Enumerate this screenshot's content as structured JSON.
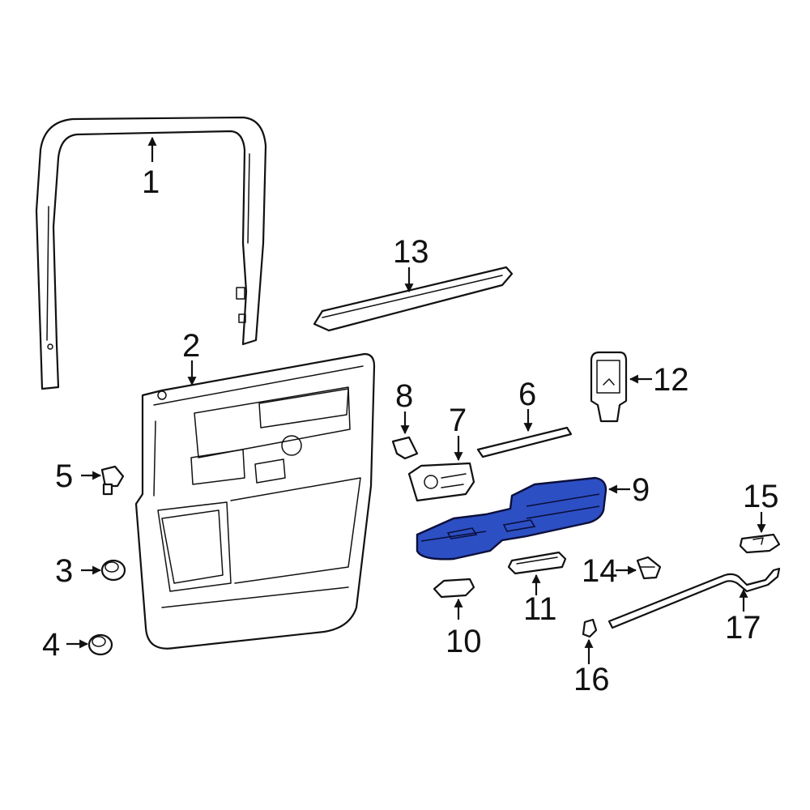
{
  "diagram": {
    "type": "exploded parts diagram",
    "subject": "rear door trim panel components",
    "highlight_color": "#2d4fc4",
    "highlighted_part": "9",
    "callouts": [
      {
        "id": "1",
        "label": "1"
      },
      {
        "id": "2",
        "label": "2"
      },
      {
        "id": "3",
        "label": "3"
      },
      {
        "id": "4",
        "label": "4"
      },
      {
        "id": "5",
        "label": "5"
      },
      {
        "id": "6",
        "label": "6"
      },
      {
        "id": "7",
        "label": "7"
      },
      {
        "id": "8",
        "label": "8"
      },
      {
        "id": "9",
        "label": "9"
      },
      {
        "id": "10",
        "label": "10"
      },
      {
        "id": "11",
        "label": "11"
      },
      {
        "id": "12",
        "label": "12"
      },
      {
        "id": "13",
        "label": "13"
      },
      {
        "id": "14",
        "label": "14"
      },
      {
        "id": "15",
        "label": "15"
      },
      {
        "id": "16",
        "label": "16"
      },
      {
        "id": "17",
        "label": "17"
      }
    ]
  }
}
